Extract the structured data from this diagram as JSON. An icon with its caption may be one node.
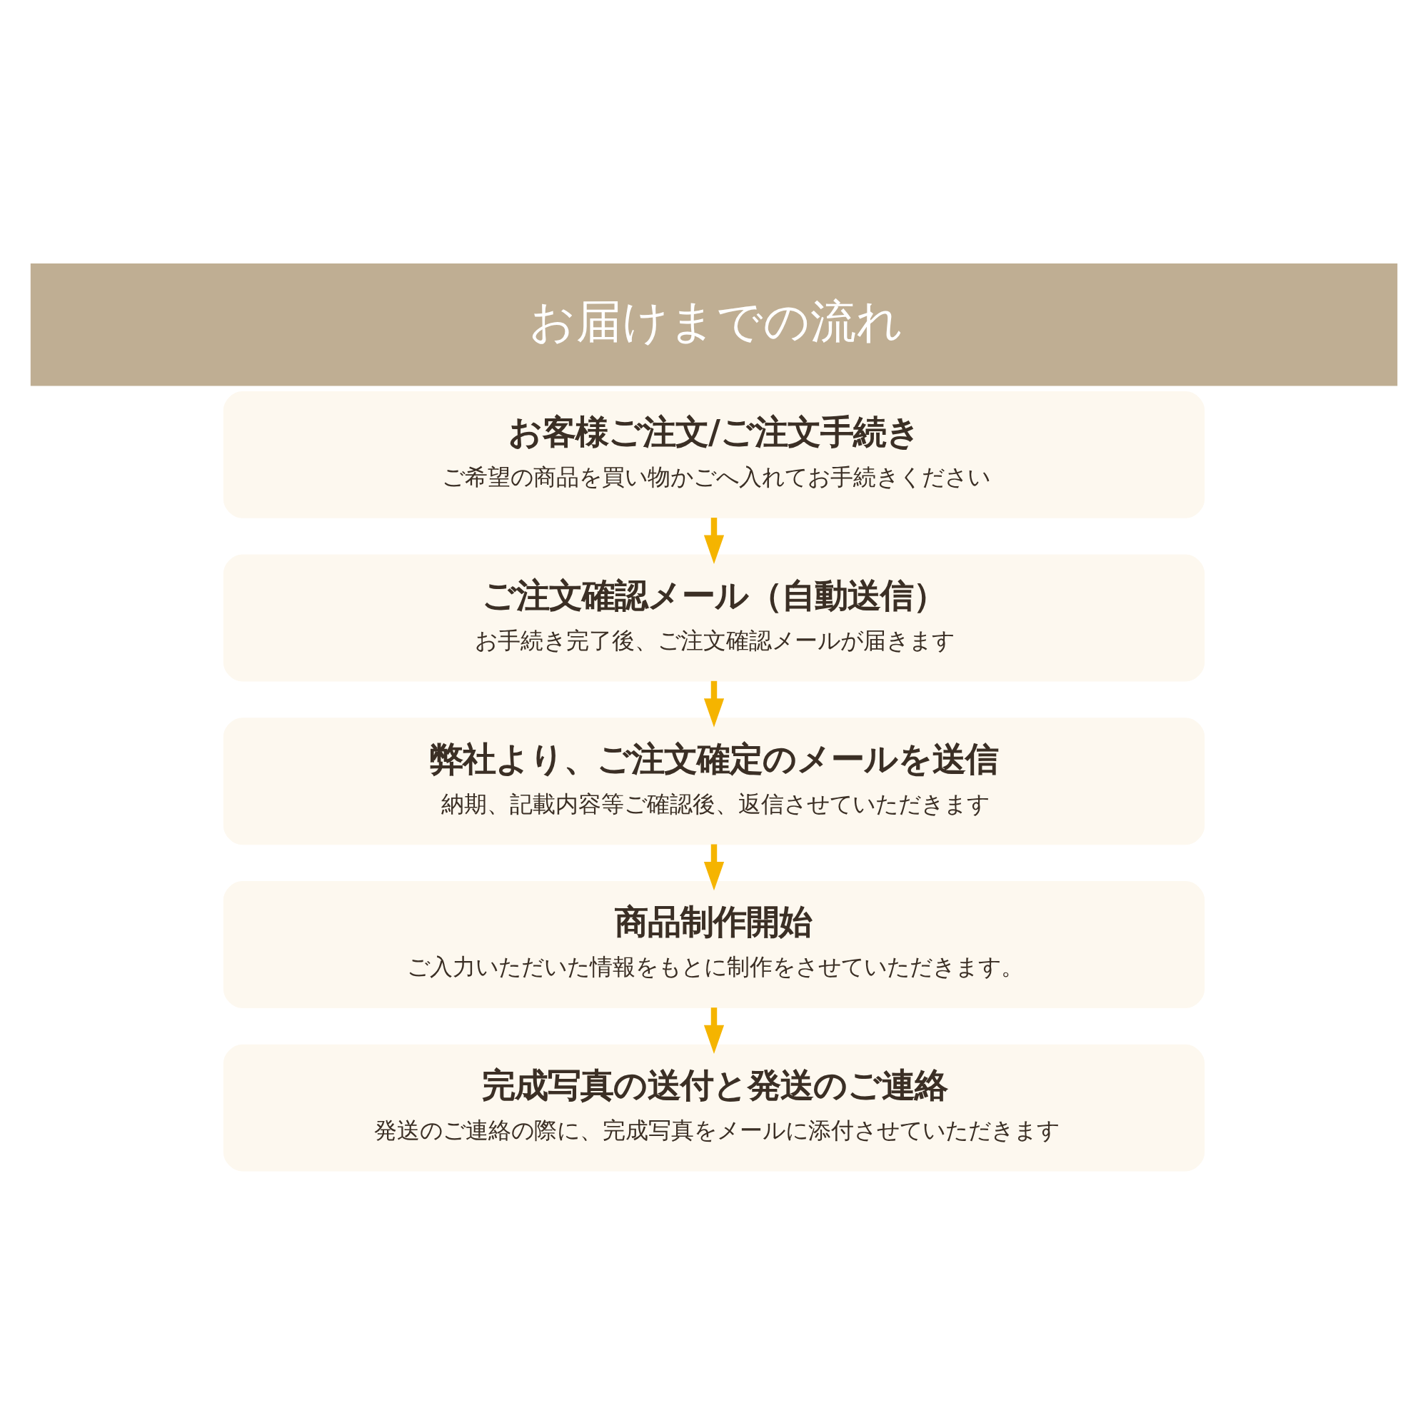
{
  "diagram": {
    "title": "お届けまでの流れ",
    "nodes": [
      {
        "text": [
          "お客様ご注文/ご注文手続き",
          "ご希望の商品を買い物かごへ入れてお手続きください"
        ]
      },
      {
        "text": [
          "ご注文確認メール（自動送信）",
          "お手続き完了後、ご注文確認メールが届きます"
        ]
      },
      {
        "text": [
          "弊社より、ご注文確定のメールを送信",
          "納期、記載内容等ご確認後、返信させていただきます"
        ]
      },
      {
        "text": [
          "商品制作開始",
          "ご入力いただいた情報をもとに制作をさせていただきます。"
        ]
      },
      {
        "text": [
          "完成写真の送付と発送のご連絡",
          "発送のご連絡の際に、完成写真をメールに添付させていただきます"
        ]
      }
    ],
    "edges": [
      {
        "from": 0,
        "to": 1,
        "arrow": "to"
      },
      {
        "from": 1,
        "to": 2,
        "arrow": "to"
      },
      {
        "from": 2,
        "to": 3,
        "arrow": "to"
      },
      {
        "from": 3,
        "to": 4,
        "arrow": "to"
      }
    ]
  }
}
